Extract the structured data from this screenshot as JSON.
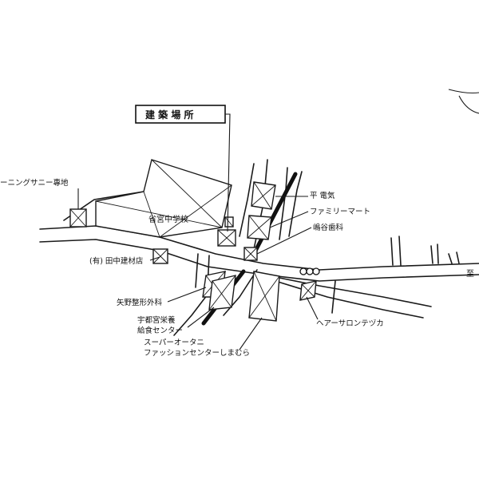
{
  "map": {
    "site_label": "建 築 場 所",
    "landmarks": {
      "cleaning": "ーニングサニー專地",
      "school": "省宮中学校",
      "tanaka": "(有) 田中建材店",
      "yano": "矢野整形外科",
      "utsunomiya_1": "宇都宮栄養",
      "utsunomiya_2": "給食センター",
      "super_1": "スーパーオータニ",
      "super_2": "ファッションセンターしまむら",
      "denki": "平 電気",
      "familymart": "ファミリーマート",
      "dentist": "嶋谷歯科",
      "hair": "ヘアーサロンテヅカ",
      "direction": "至"
    }
  }
}
